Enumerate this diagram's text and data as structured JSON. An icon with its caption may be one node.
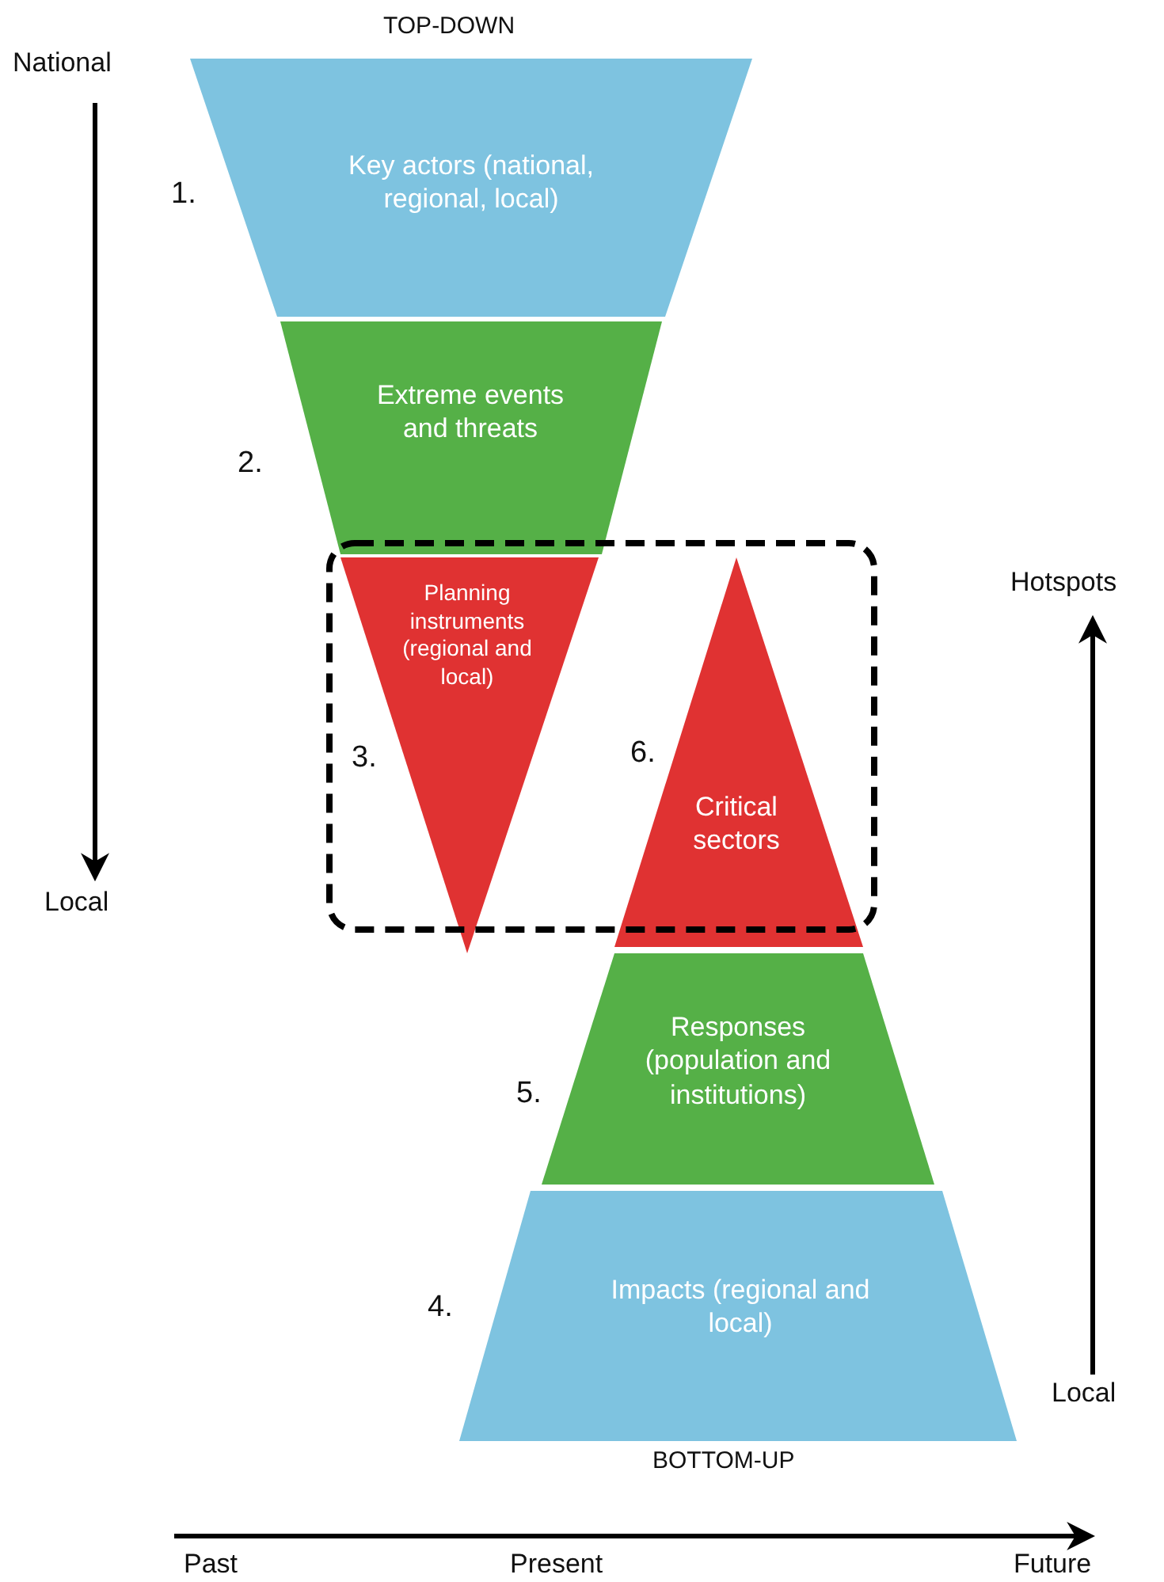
{
  "diagram": {
    "nodes": [
      {
        "text": [
          "Key actors (national, regional, local)"
        ],
        "beside": [
          "1."
        ]
      },
      {
        "text": [
          "Extreme events and threats"
        ],
        "beside": [
          "2."
        ]
      },
      {
        "text": [
          "Planning instruments (regional and local)"
        ],
        "beside": [
          "3."
        ]
      },
      {
        "text": [
          "Critical sectors"
        ],
        "beside": [
          "6."
        ]
      },
      {
        "text": [
          "Responses (population and institutions)"
        ],
        "beside": [
          "5."
        ]
      },
      {
        "text": [
          "Impacts (regional and local)"
        ],
        "beside": [
          "4."
        ]
      }
    ],
    "labels": [
      "TOP-DOWN",
      "National",
      "Local",
      "Hotspots",
      "Local",
      "BOTTOM-UP",
      "Past",
      "Present",
      "Future"
    ]
  }
}
